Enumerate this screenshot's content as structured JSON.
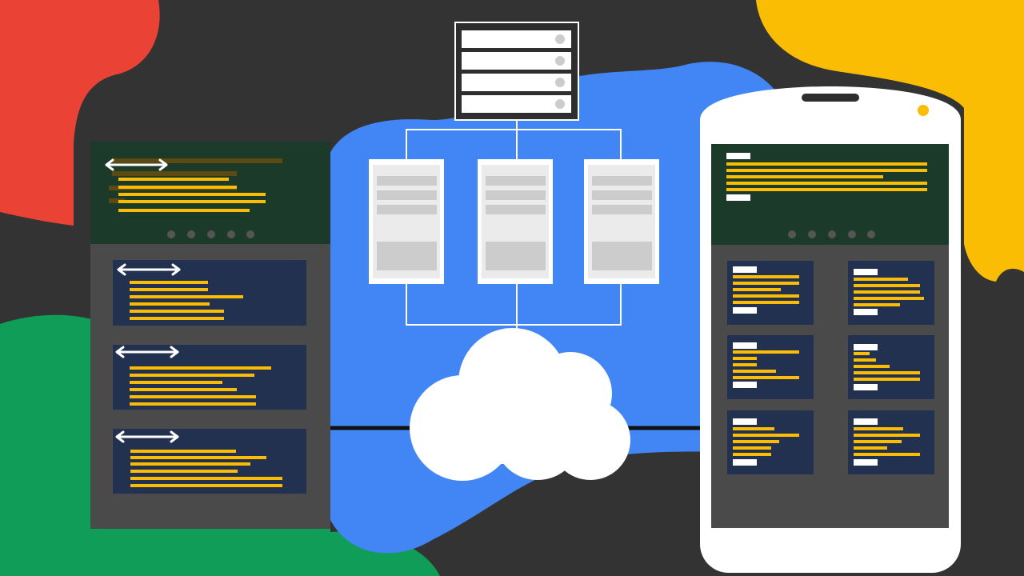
{
  "illustration": {
    "colors": {
      "background": "#333333",
      "blob_red": "#EA4335",
      "blob_yellow": "#FBBC04",
      "blob_green": "#0F9D58",
      "blob_blue": "#4285F4",
      "code_line": "#FBBC04",
      "code_line_muted": "#5C4A10",
      "card_navy": "#233150",
      "hero_dark_green": "#1B3A2A",
      "panel_gray": "#4A4A4A",
      "device_white": "#FFFFFF",
      "server_gray": "#CCCCCC",
      "server_light": "#EBEBEB",
      "indicator_dot": "#555555",
      "camera_dot": "#FBBC04"
    },
    "desktop_panel": {
      "code_cards": 3,
      "carousel_dots": 5
    },
    "server_rack": {
      "units": 4
    },
    "server_modules": 3,
    "phone": {
      "content_cards": 6,
      "carousel_dots": 5
    },
    "icons": [
      "code-brackets-icon",
      "server-rack-icon",
      "cloud-icon",
      "smartphone-icon",
      "desktop-browser-icon"
    ]
  }
}
